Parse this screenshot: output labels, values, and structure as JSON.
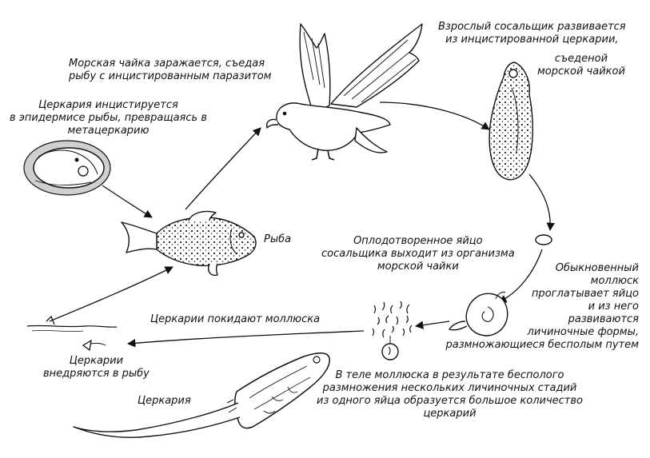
{
  "labels": {
    "gull_infected_l1": "Морская чайка заражается, съедая",
    "gull_infected_l2": "рыбу с инцистированным паразитом",
    "adult_fluke_l1": "Взрослый сосальщик развивается",
    "adult_fluke_l2": "из инцистированной  церкарии,",
    "adult_fluke_l3": "съеденой",
    "adult_fluke_l4": "морской чайкой",
    "cercaria_encyst_l1": "Церкария инцистируется",
    "cercaria_encyst_l2": "в эпидермисе рыбы, превращаясь в",
    "cercaria_encyst_l3": "метацеркарию",
    "fish": "Рыба",
    "egg_exit_l1": "Оплодотворенное яйцо",
    "egg_exit_l2": "сосальщика выходит из организма",
    "egg_exit_l3": "морской чайки",
    "mollusk_l1": "Обыкновенный",
    "mollusk_l2": "моллюск",
    "mollusk_l3": "проглатывает яйцо",
    "mollusk_l4": "и из него",
    "mollusk_l5": "развиваются",
    "mollusk_l6": "личиночные формы,",
    "mollusk_l7": "размножающиеся бесполым путем",
    "cercariae_leave": "Церкарии покидают моллюска",
    "cercariae_enter_l1": "Церкарии",
    "cercariae_enter_l2": "внедряются в рыбу",
    "cercaria": "Церкария",
    "inside_mollusk_l1": "В теле моллюска в результате бесполого",
    "inside_mollusk_l2": "размножения нескольких личиночных стадий",
    "inside_mollusk_l3": "из одного яйца образуется большое количество",
    "inside_mollusk_l4": "церкарий"
  },
  "colors": {
    "ink": "#111111",
    "paper": "#ffffff",
    "shade": "#cfcfcf"
  }
}
